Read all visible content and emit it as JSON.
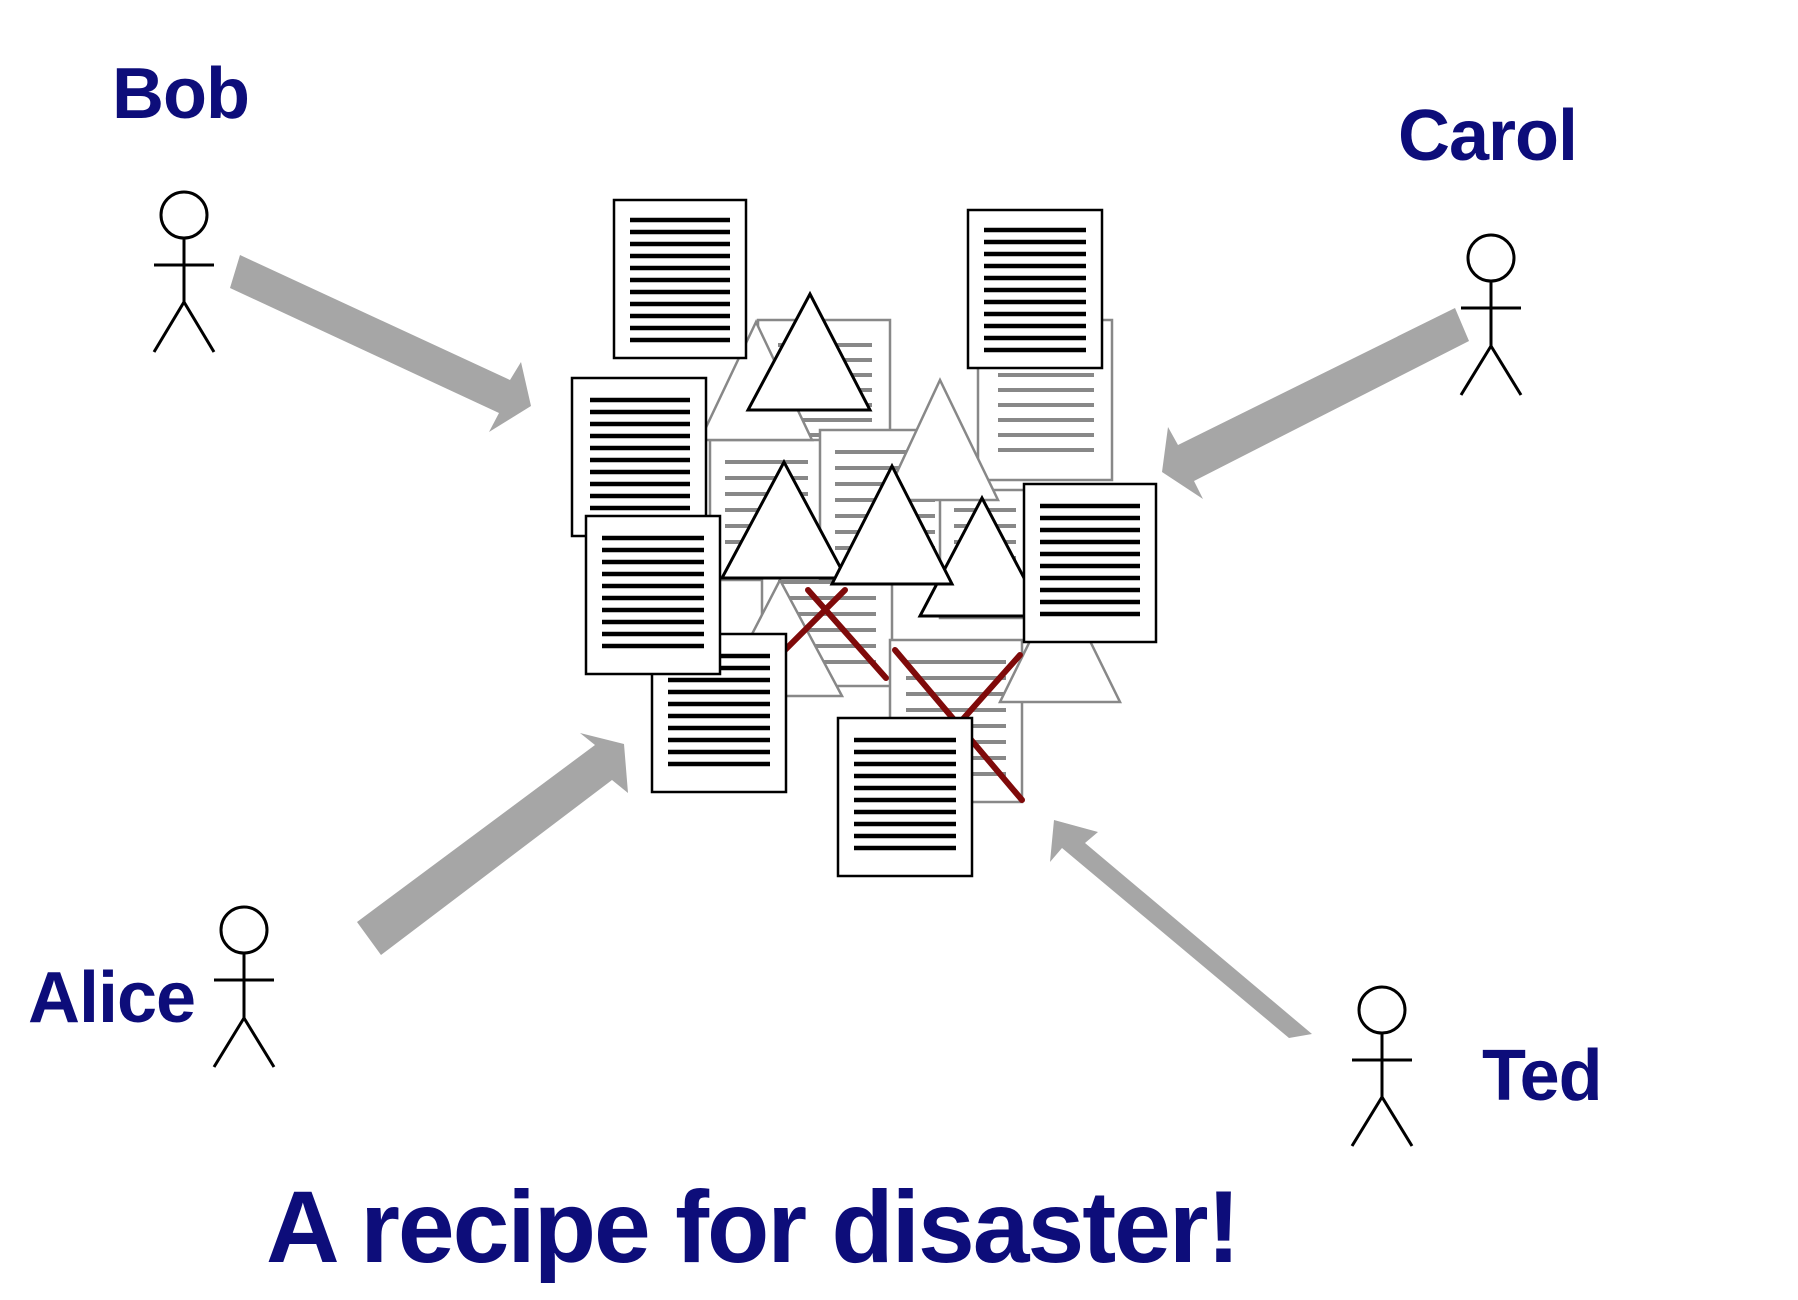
{
  "people": {
    "bob": "Bob",
    "carol": "Carol",
    "alice": "Alice",
    "ted": "Ted"
  },
  "caption": "A recipe for disaster!",
  "colors": {
    "text": "#0d0d7a",
    "arrow": "#a6a6a6",
    "conflict": "#7f0a0a",
    "ink": "#000000",
    "faded": "#888888"
  },
  "icons": {
    "person": "stick-figure-icon",
    "document": "document-icon",
    "shape": "triangle-icon",
    "conflict": "conflict-x-icon",
    "arrow": "arrow-icon"
  }
}
